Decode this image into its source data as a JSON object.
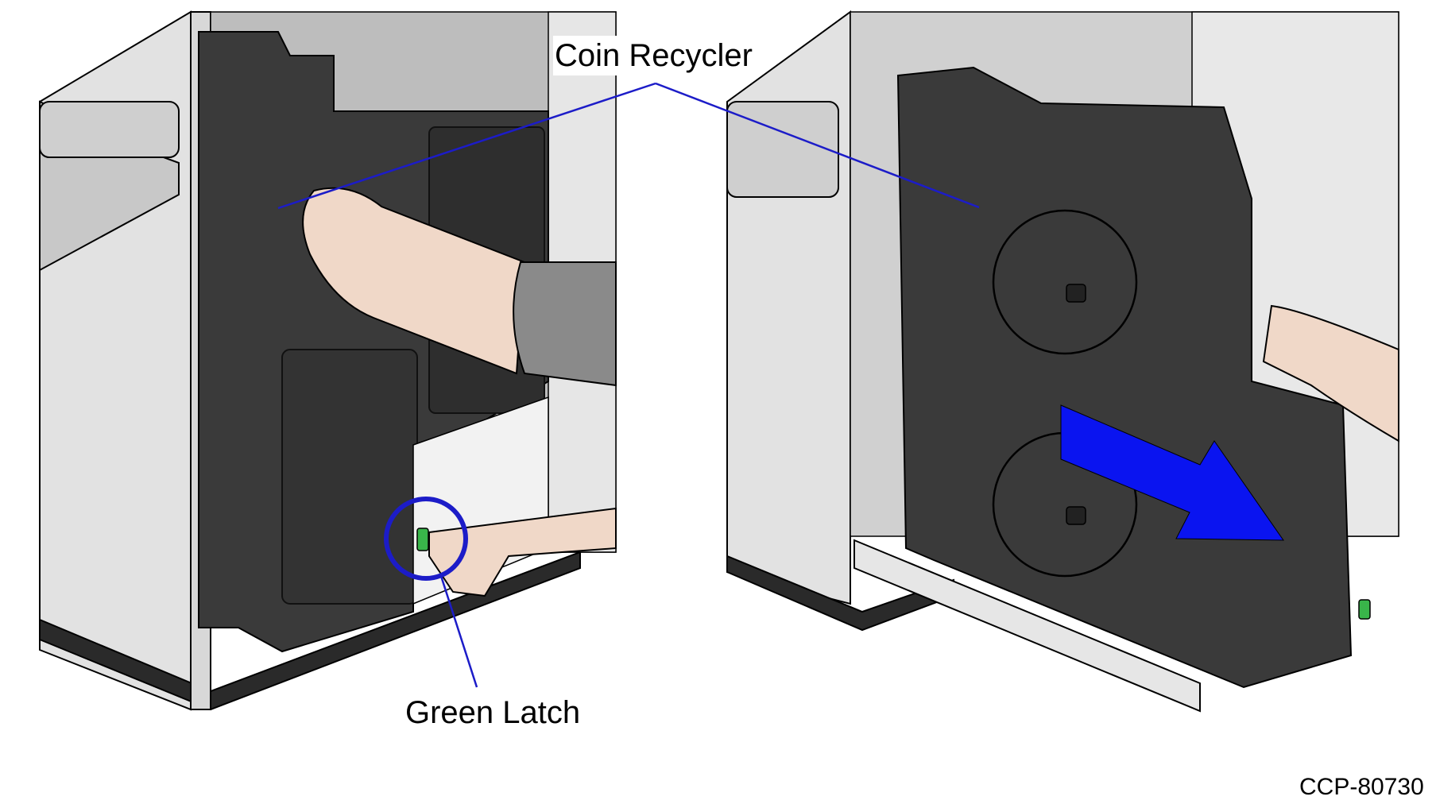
{
  "callouts": {
    "coin_recycler": "Coin Recycler",
    "green_latch": "Green Latch"
  },
  "figure_code": "CCP-80730",
  "colors": {
    "callout_line": "#1c1cc8",
    "arrow": "#0a14f0",
    "latch": "#39b54a",
    "unit_body": "#3a3a3a",
    "cabinet": "#dcdcdc",
    "skin": "#f0d8c8",
    "sleeve": "#8a8a8a"
  },
  "icons": {
    "pull_direction": "arrow-right-down-icon",
    "latch_highlight": "circle-highlight-icon"
  }
}
